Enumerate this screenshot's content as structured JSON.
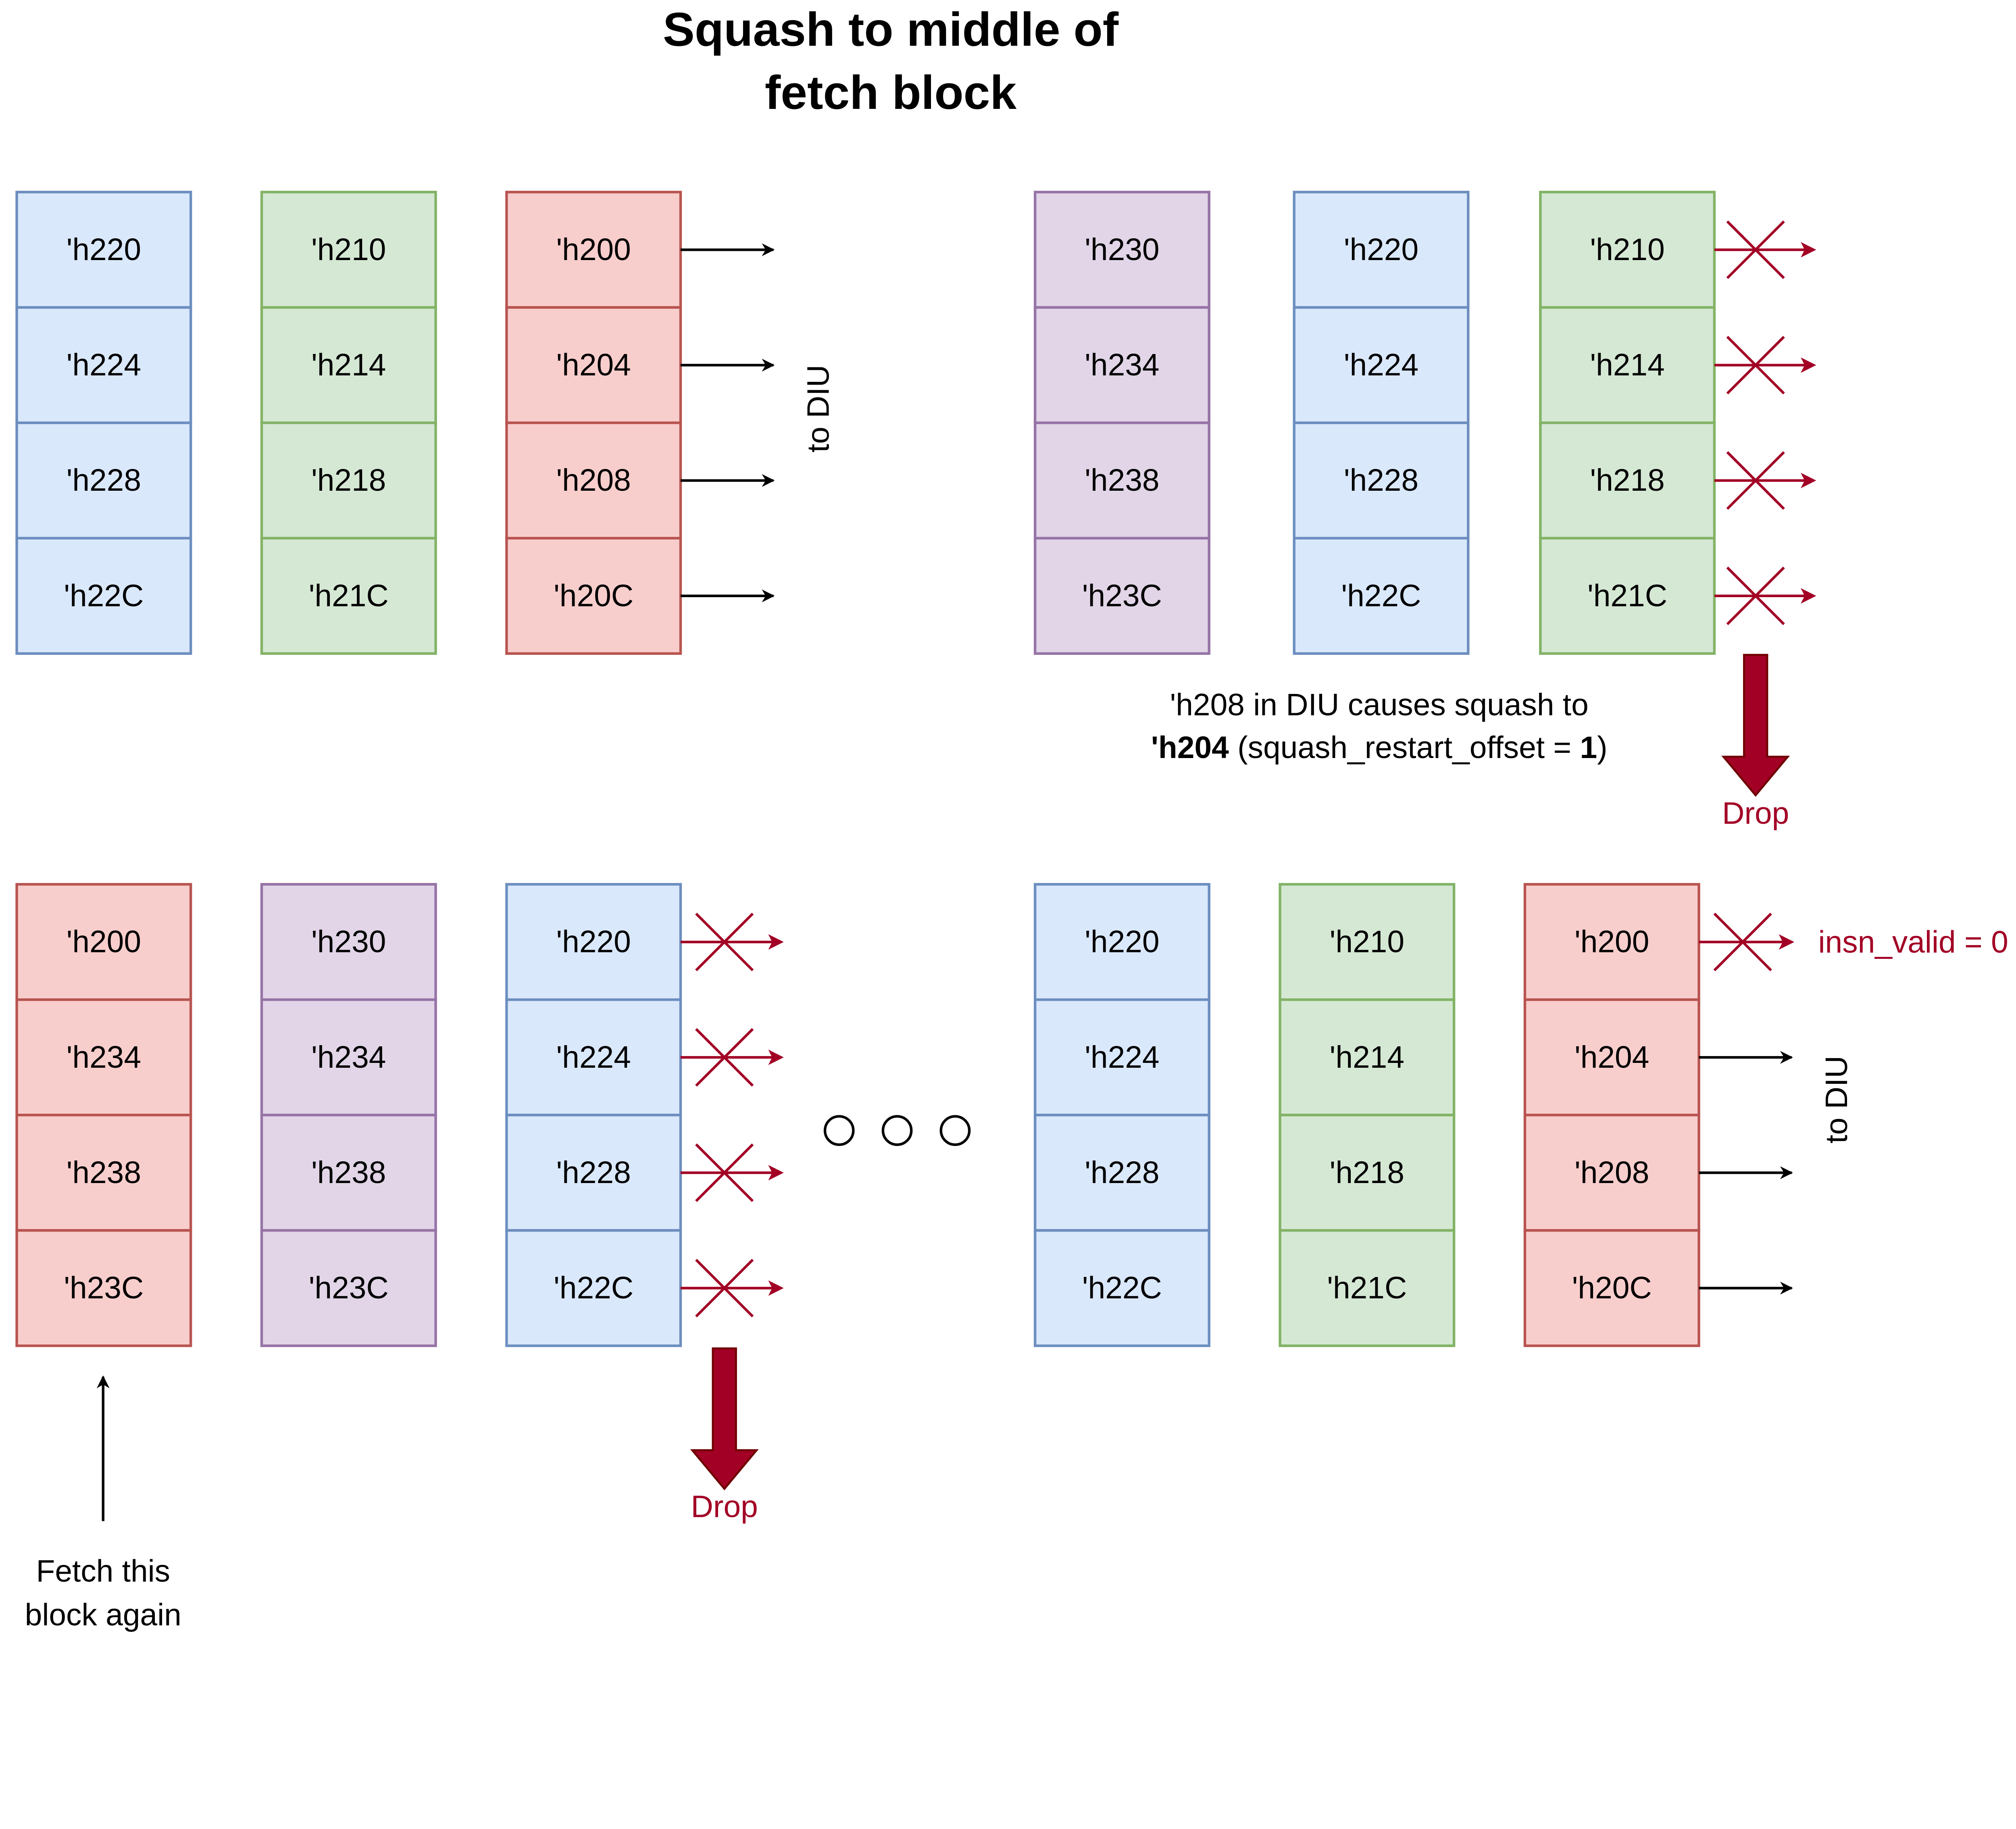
{
  "title": [
    "Squash to middle of",
    "fetch block"
  ],
  "colors": {
    "blue": {
      "fill": "#dae8fc",
      "stroke": "#6c8ebf"
    },
    "green": {
      "fill": "#d5e8d4",
      "stroke": "#82b366"
    },
    "red": {
      "fill": "#f8cecc",
      "stroke": "#b85450"
    },
    "purple": {
      "fill": "#e1d5e7",
      "stroke": "#9673a6"
    },
    "drop": "#a20025",
    "drop_stroke": "#6f0000"
  },
  "panels": {
    "top_left": {
      "blocks": [
        {
          "color": "blue",
          "addrs": [
            "'h220",
            "'h224",
            "'h228",
            "'h22C"
          ]
        },
        {
          "color": "green",
          "addrs": [
            "'h210",
            "'h214",
            "'h218",
            "'h21C"
          ]
        },
        {
          "color": "red",
          "addrs": [
            "'h200",
            "'h204",
            "'h208",
            "'h20C"
          ]
        }
      ],
      "outputs": [
        "pass",
        "pass",
        "pass",
        "pass"
      ],
      "side_label": "to DIU"
    },
    "top_right": {
      "blocks": [
        {
          "color": "purple",
          "addrs": [
            "'h230",
            "'h234",
            "'h238",
            "'h23C"
          ]
        },
        {
          "color": "blue",
          "addrs": [
            "'h220",
            "'h224",
            "'h228",
            "'h22C"
          ]
        },
        {
          "color": "green",
          "addrs": [
            "'h210",
            "'h214",
            "'h218",
            "'h21C"
          ]
        }
      ],
      "outputs": [
        "drop",
        "drop",
        "drop",
        "drop"
      ],
      "drop_label": "Drop",
      "annotation": {
        "line1": "'h208 in DIU causes squash to",
        "line2_bold": "'h204",
        "line2_mid": " (squash_restart_offset = ",
        "line2_bold2": "1",
        "line2_end": ")"
      }
    },
    "bottom_left": {
      "blocks": [
        {
          "color": "red",
          "addrs": [
            "'h200",
            "'h234",
            "'h238",
            "'h23C"
          ]
        },
        {
          "color": "purple",
          "addrs": [
            "'h230",
            "'h234",
            "'h238",
            "'h23C"
          ]
        },
        {
          "color": "blue",
          "addrs": [
            "'h220",
            "'h224",
            "'h228",
            "'h22C"
          ]
        }
      ],
      "outputs": [
        "drop",
        "drop",
        "drop",
        "drop"
      ],
      "drop_label": "Drop",
      "fetch_label": [
        "Fetch this",
        "block again"
      ]
    },
    "bottom_right": {
      "blocks": [
        {
          "color": "blue",
          "addrs": [
            "'h220",
            "'h224",
            "'h228",
            "'h22C"
          ]
        },
        {
          "color": "green",
          "addrs": [
            "'h210",
            "'h214",
            "'h218",
            "'h21C"
          ]
        },
        {
          "color": "red",
          "addrs": [
            "'h200",
            "'h204",
            "'h208",
            "'h20C"
          ]
        }
      ],
      "outputs": [
        "drop",
        "pass",
        "pass",
        "pass"
      ],
      "invalid_label": "insn_valid = 0",
      "side_label": "to DIU"
    }
  },
  "ellipsis": "three-circles"
}
